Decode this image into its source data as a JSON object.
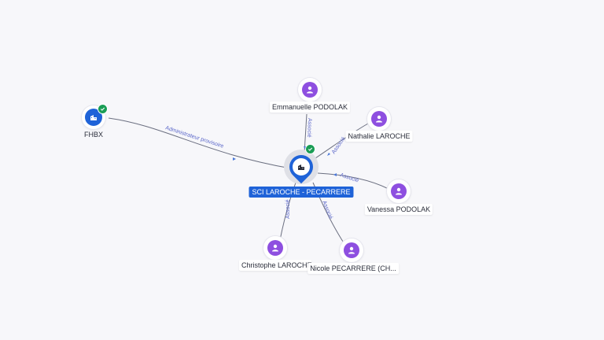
{
  "colors": {
    "person": "#8e4fe0",
    "company": "#1f63d8",
    "verified": "#1a9d55",
    "edge": "#6b6f80",
    "edge_label": "#5b67c9"
  },
  "main_node": {
    "label": "SCI LAROCHE - PECARRERE",
    "icon": "building-icon",
    "verified": true
  },
  "nodes": [
    {
      "id": "fhbx",
      "type": "company",
      "label": "FHBX",
      "verified": true
    },
    {
      "id": "emmanuelle",
      "type": "person",
      "label": "Emmanuelle PODOLAK"
    },
    {
      "id": "nathalie",
      "type": "person",
      "label": "Nathalie LAROCHE"
    },
    {
      "id": "vanessa",
      "type": "person",
      "label": "Vanessa PODOLAK"
    },
    {
      "id": "christophe",
      "type": "person",
      "label": "Christophe LAROCHE"
    },
    {
      "id": "nicole",
      "type": "person",
      "label": "Nicole PECARRERE (CH..."
    }
  ],
  "edges": [
    {
      "from": "fhbx",
      "label": "Administrateur provisoire"
    },
    {
      "from": "emmanuelle",
      "label": "Associé"
    },
    {
      "from": "nathalie",
      "label": "Associé"
    },
    {
      "from": "vanessa",
      "label": "Associé"
    },
    {
      "from": "christophe",
      "label": "Associé"
    },
    {
      "from": "nicole",
      "label": "Associé"
    }
  ]
}
